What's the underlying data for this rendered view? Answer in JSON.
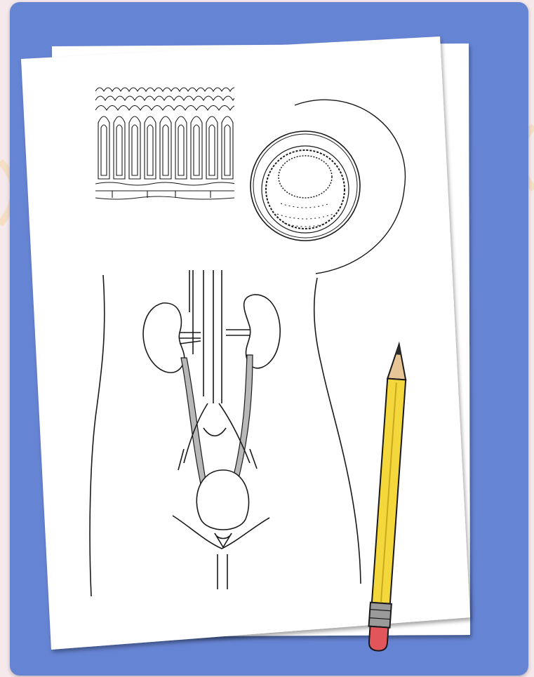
{
  "card": {
    "background": "#6684d4"
  },
  "paper": {
    "color": "#ffffff"
  },
  "illustrations": {
    "villi": "villi-cross-section",
    "intestine": "small-intestine-cross-section",
    "urinary": "kidneys-and-urinary-system-outline",
    "pencil": "yellow-pencil-icon"
  },
  "colors": {
    "outline": "#1a1a1a",
    "ureter_fill": "#b8b8b8",
    "pencil_body": "#f4d73a",
    "pencil_eraser": "#e2565b",
    "pencil_wood": "#e8c596"
  }
}
